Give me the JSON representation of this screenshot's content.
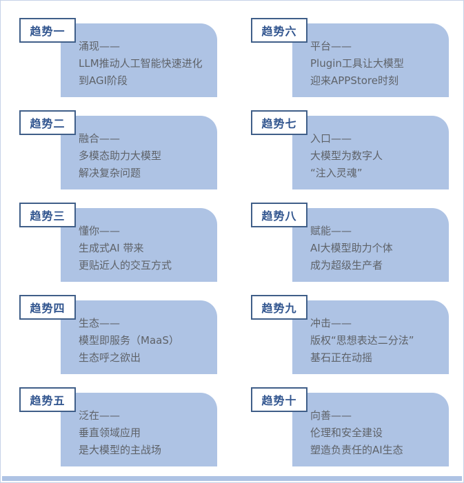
{
  "colors": {
    "panel_fill": "#aec3e4",
    "label_border": "#3f5e88",
    "label_text": "#30548e",
    "body_text": "#5e6268",
    "frame_border": "#c6d2e8"
  },
  "cards": [
    {
      "label": "趋势一",
      "lines": [
        "涌现——",
        "LLM推动人工智能快速进化",
        "到AGI阶段"
      ]
    },
    {
      "label": "趋势二",
      "lines": [
        "融合——",
        "多模态助力大模型",
        "解决复杂问题"
      ]
    },
    {
      "label": "趋势三",
      "lines": [
        "懂你——",
        "生成式AI 带来",
        "更贴近人的交互方式"
      ]
    },
    {
      "label": "趋势四",
      "lines": [
        "生态——",
        "模型即服务（MaaS）",
        "生态呼之欲出"
      ]
    },
    {
      "label": "趋势五",
      "lines": [
        "泛在——",
        "垂直领域应用",
        "是大模型的主战场"
      ]
    },
    {
      "label": "趋势六",
      "lines": [
        "平台——",
        "Plugin工具让大模型",
        "迎来APPStore时刻"
      ]
    },
    {
      "label": "趋势七",
      "lines": [
        "入口——",
        "大模型为数字人",
        "“注入灵魂”"
      ]
    },
    {
      "label": "趋势八",
      "lines": [
        "赋能——",
        "AI大模型助力个体",
        "成为超级生产者"
      ]
    },
    {
      "label": "趋势九",
      "lines": [
        "冲击——",
        "版权“思想表达二分法”",
        "基石正在动摇"
      ]
    },
    {
      "label": "趋势十",
      "lines": [
        "向善——",
        "伦理和安全建设",
        "塑造负责任的AI生态"
      ]
    }
  ]
}
